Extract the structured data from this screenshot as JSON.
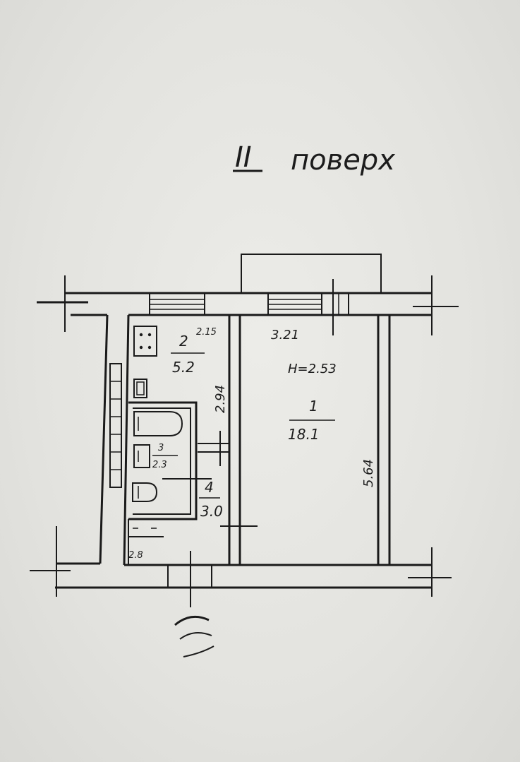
{
  "title": {
    "roman": "II",
    "word": "поверх"
  },
  "rooms": [
    {
      "number": "1",
      "area": "18.1"
    },
    {
      "number": "2",
      "area": "5.2"
    },
    {
      "number": "3",
      "area": "2.3"
    },
    {
      "number": "4",
      "area": "3.0"
    },
    {
      "number": "",
      "area": "2.8"
    }
  ],
  "dimensions": {
    "room1_width": "3.21",
    "ceiling_height": "H=2.53",
    "room1_length": "5.64",
    "kitchen_length": "2.94",
    "kitchen_width": "2.15"
  },
  "ink_color": "#1a1a1a",
  "paper_color": "#e6e6e2"
}
